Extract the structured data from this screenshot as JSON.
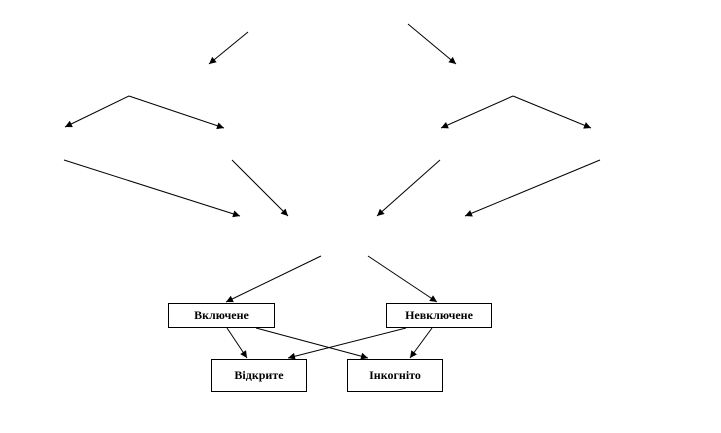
{
  "diagram": {
    "nodes": {
      "included": "Включене",
      "excluded": "Невключене",
      "open": "Відкрите",
      "incognito": "Інкогніто"
    },
    "edges": [
      {
        "from": "included",
        "to": "open"
      },
      {
        "from": "included",
        "to": "incognito"
      },
      {
        "from": "excluded",
        "to": "open"
      },
      {
        "from": "excluded",
        "to": "incognito"
      }
    ],
    "colors": {
      "line": "#000000",
      "box_border": "#000000",
      "background": "#ffffff"
    }
  }
}
